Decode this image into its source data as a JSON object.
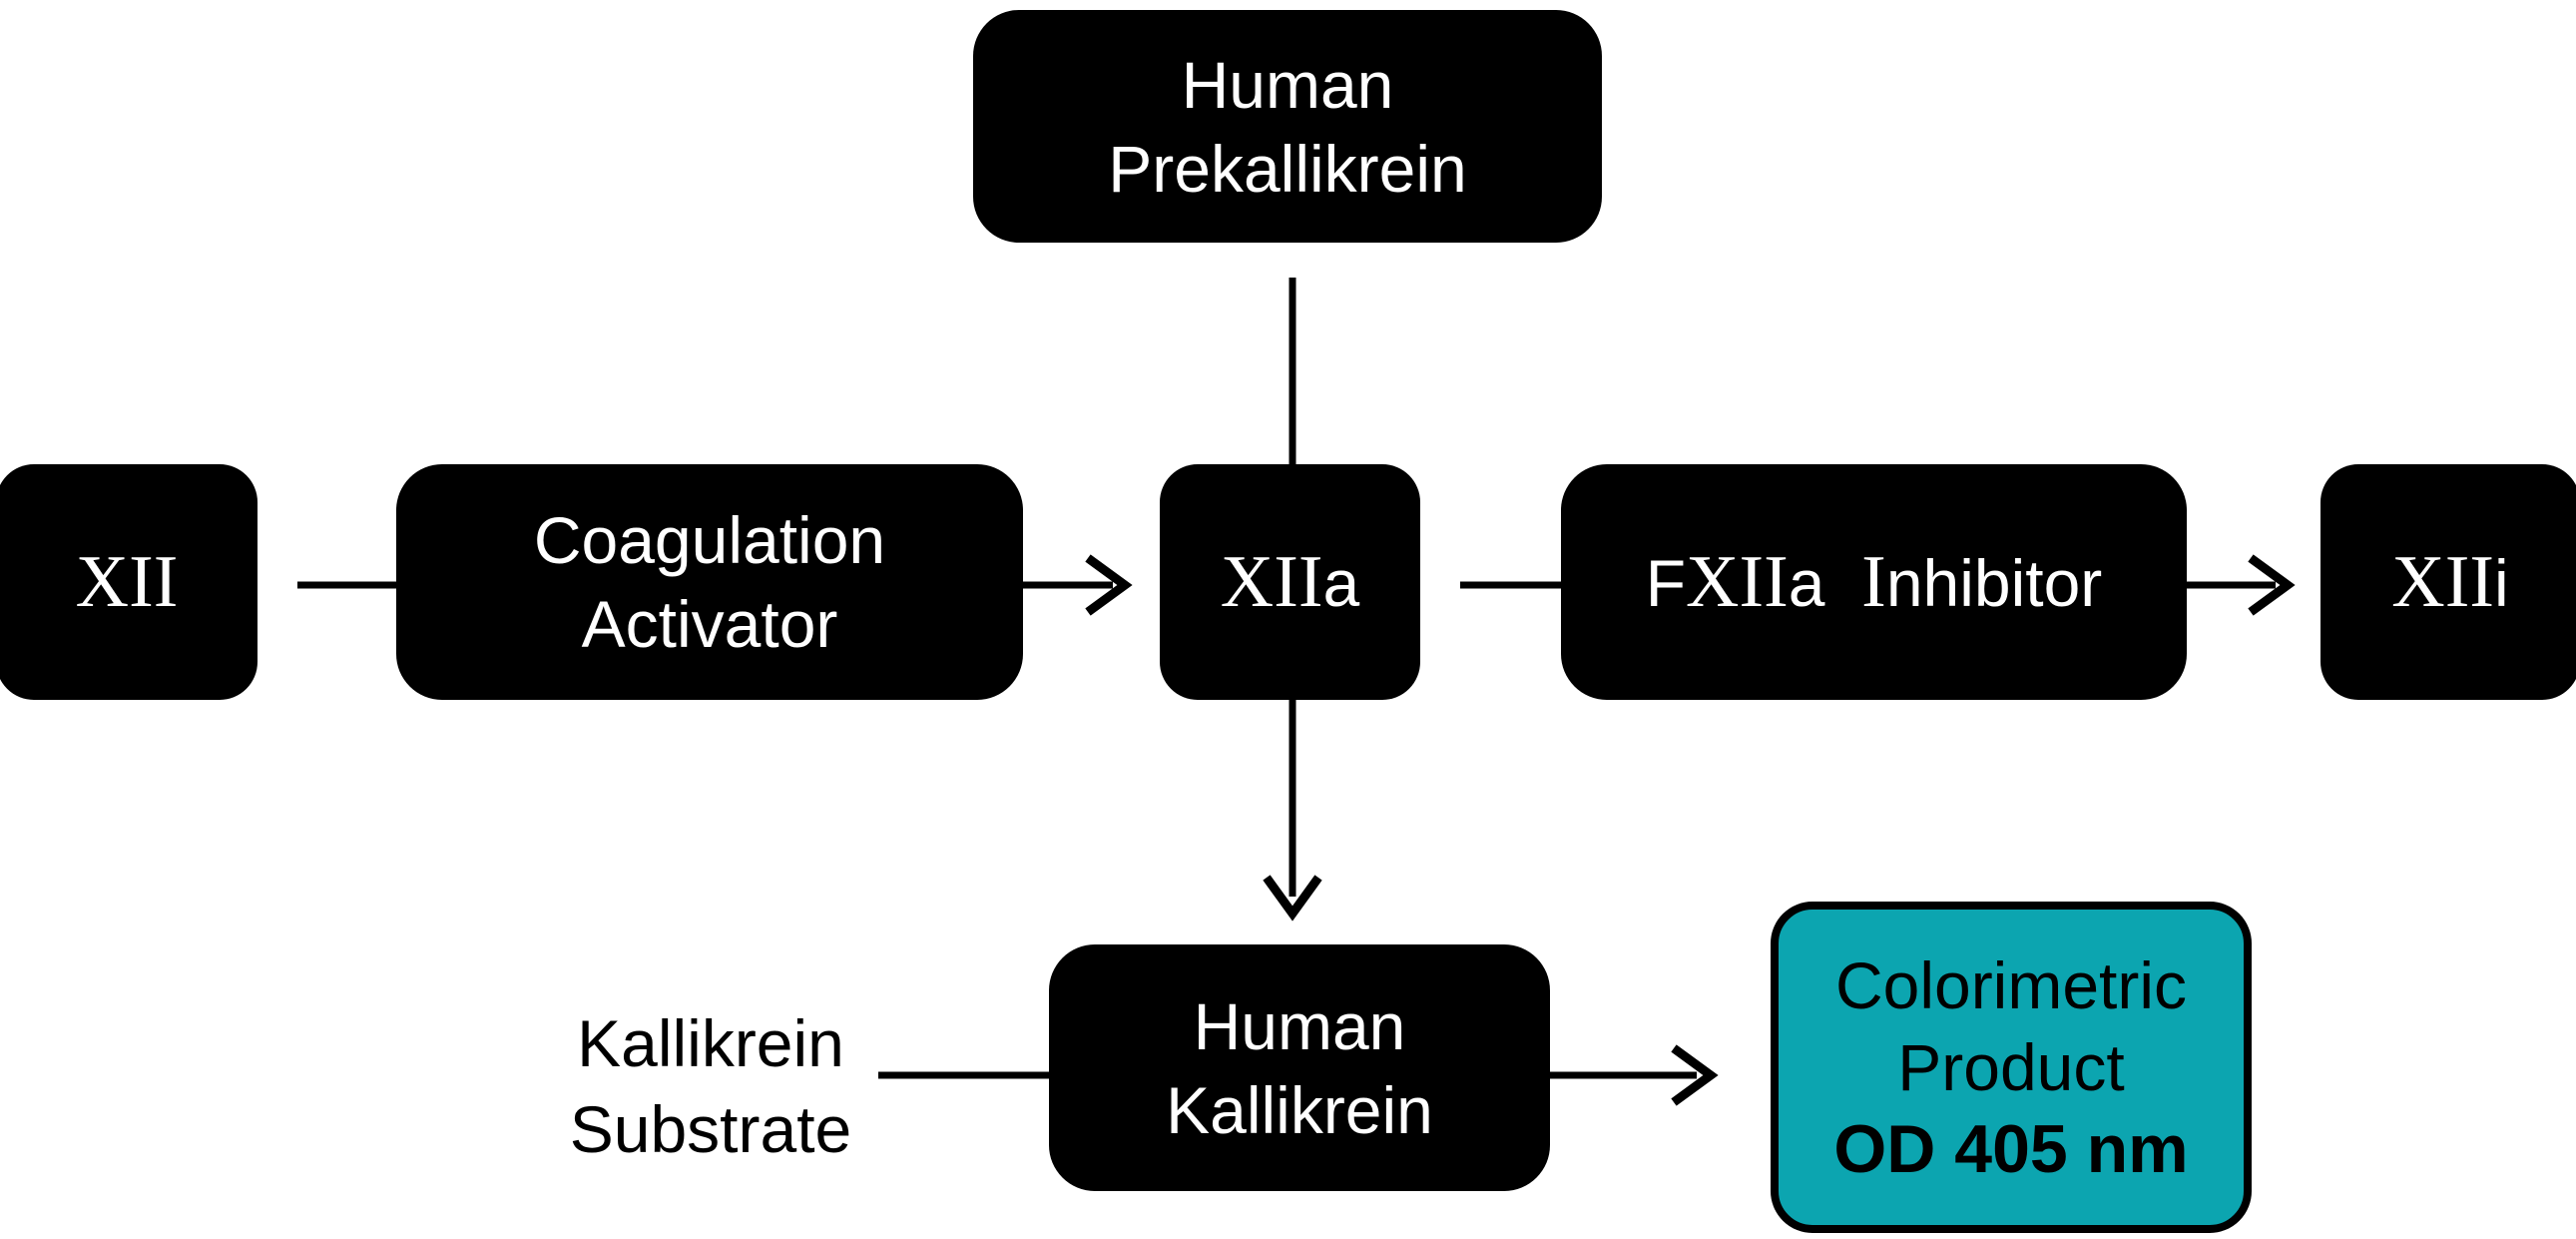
{
  "colors": {
    "background": "#ffffff",
    "box_black": "#000000",
    "box_text_white": "#ffffff",
    "teal_fill": "#0CA5B0",
    "teal_border": "#000000",
    "teal_text": "#000000",
    "connector": "#000000",
    "label_black": "#000000"
  },
  "nodes": {
    "prekallikrein": {
      "line1": "Human",
      "line2": "Prekallikrein"
    },
    "xii": {
      "roman": "XII",
      "suffix": ""
    },
    "coagulation_activator": {
      "line1": "Coagulation",
      "line2": "Activator"
    },
    "xiia": {
      "roman": "XII",
      "suffix": "a"
    },
    "fxiia_inhibitor": {
      "label_parts": [
        {
          "t": "F",
          "style": "sans"
        },
        {
          "t": "XII",
          "style": "serif"
        },
        {
          "t": "a  ",
          "style": "sans"
        },
        {
          "t": "I",
          "style": "serif"
        },
        {
          "t": "nhibitor",
          "style": "sans"
        }
      ]
    },
    "xiii": {
      "roman": "XII",
      "suffix": "i"
    },
    "human_kallikrein": {
      "line1": "Human",
      "line2": "Kallikrein"
    },
    "colorimetric_product": {
      "line1": "Colorimetric",
      "line2": "Product",
      "line3": "OD 405 nm"
    },
    "kallikrein_substrate": {
      "line1": "Kallikrein",
      "line2": "Substrate"
    }
  }
}
